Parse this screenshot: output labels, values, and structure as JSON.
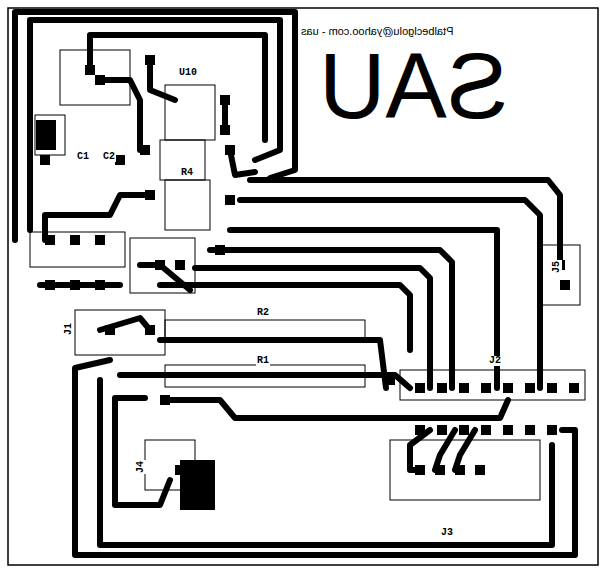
{
  "diagram": {
    "labels": [
      "Ptalbeclgolu@yahoo.com - uas",
      "SAU",
      "U10",
      "C1",
      "C2",
      "R4",
      "R2",
      "R1",
      "J1",
      "J2",
      "J3",
      "J4",
      "J5"
    ]
  }
}
